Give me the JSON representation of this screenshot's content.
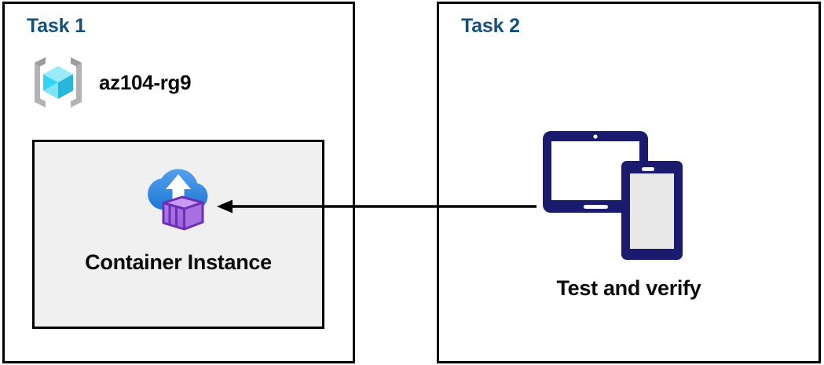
{
  "diagram": {
    "title": "Azure Container Instance lab task diagram",
    "background_color": "#ffffff",
    "panel_border_color": "#000000",
    "title_color": "#14507D",
    "label_color": "#0a0a0a",
    "resource_box_fill": "#f0f0f0",
    "arrow_color": "#000000",
    "device_icon_color": "#1a1a6e"
  },
  "panels": [
    {
      "id": "task1",
      "title": "Task 1",
      "resource_group": {
        "icon": "resource-group-icon",
        "label": "az104-rg9"
      },
      "resource": {
        "icon": "container-instance-icon",
        "label": "Container Instance"
      }
    },
    {
      "id": "task2",
      "title": "Task 2",
      "item": {
        "icon": "devices-icon",
        "label": "Test and verify"
      }
    }
  ],
  "connector": {
    "name": "arrow-task2-to-container-instance",
    "direction": "left",
    "from": "Test and verify",
    "to": "Container Instance"
  }
}
